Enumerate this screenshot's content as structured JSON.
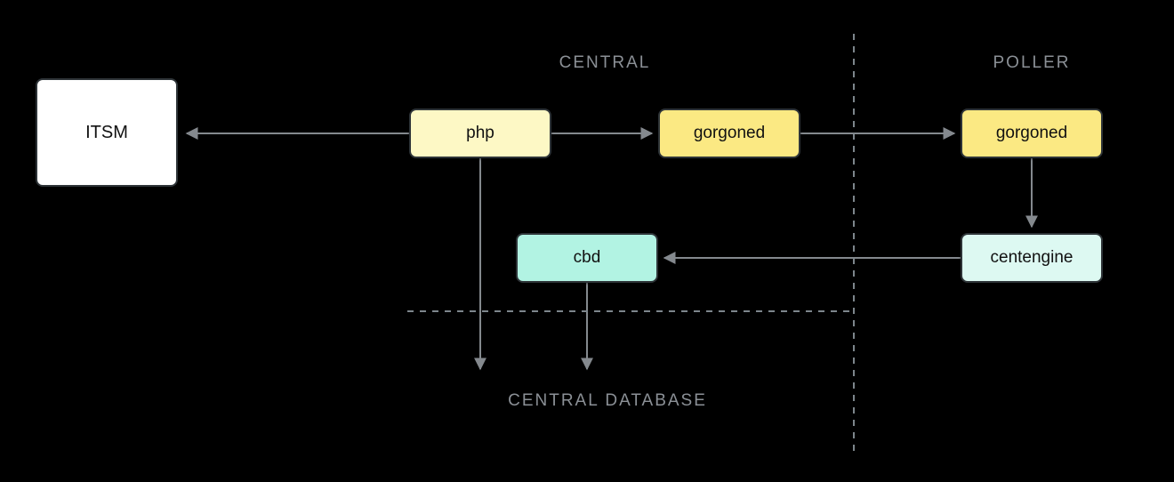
{
  "diagram": {
    "zones": {
      "central_label": "CENTRAL",
      "poller_label": "POLLER",
      "database_label": "CENTRAL DATABASE"
    },
    "nodes": {
      "itsm": {
        "label": "ITSM",
        "fill": "#ffffff"
      },
      "php": {
        "label": "php",
        "fill": "#fdf8c5"
      },
      "gorgoned_central": {
        "label": "gorgoned",
        "fill": "#fbe983"
      },
      "gorgoned_poller": {
        "label": "gorgoned",
        "fill": "#fbe983"
      },
      "cbd": {
        "label": "cbd",
        "fill": "#b2f3e3"
      },
      "centengine": {
        "label": "centengine",
        "fill": "#ddf9f2"
      }
    },
    "colors": {
      "background": "#000000",
      "arrow": "#84898e",
      "dashed_divider": "#7d868c",
      "zone_label_text": "#8b9096",
      "node_border": "#2e3438"
    }
  }
}
